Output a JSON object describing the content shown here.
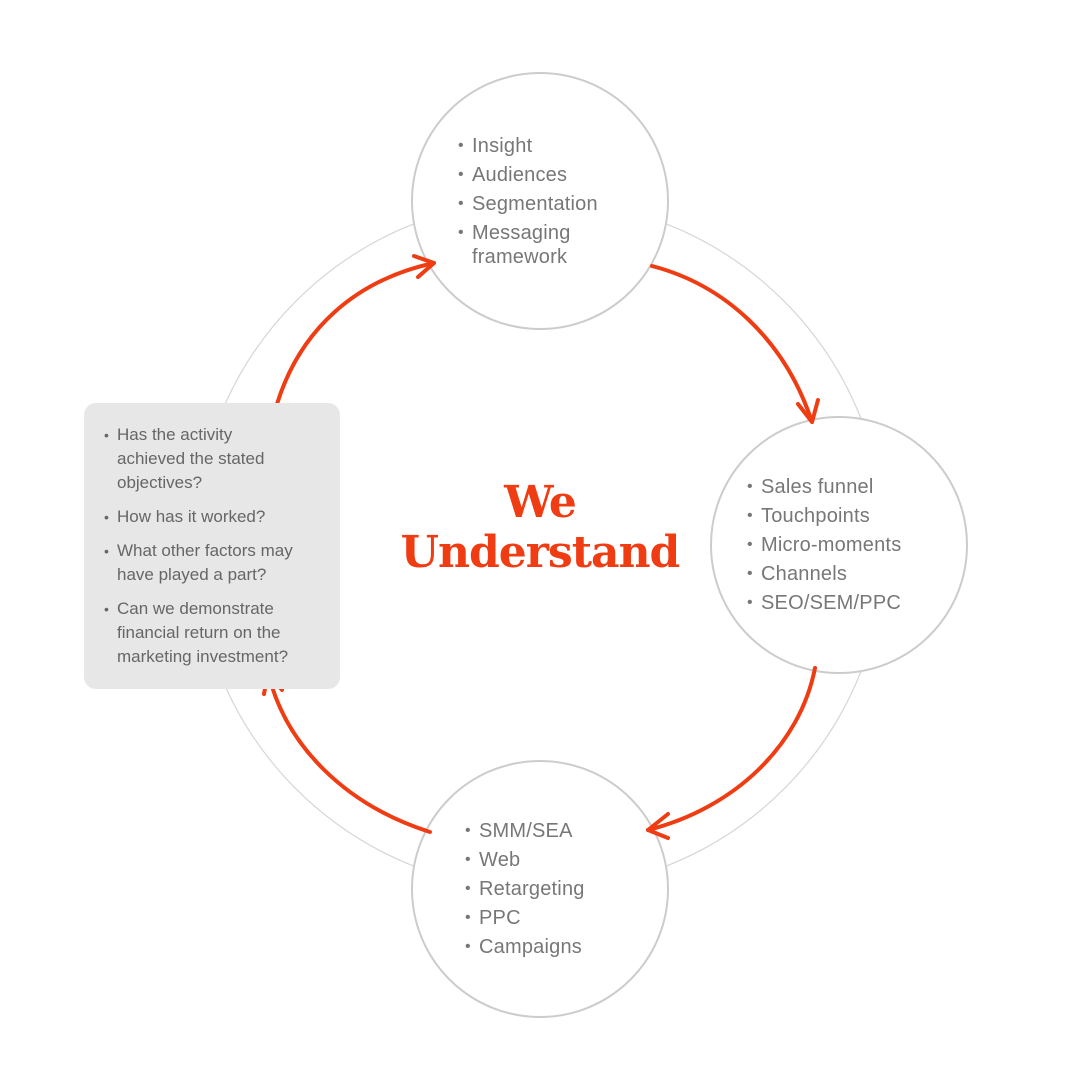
{
  "diagram": {
    "title_line1": "We",
    "title_line2": "Understand",
    "top_node": {
      "items": [
        "Insight",
        "Audiences",
        "Segmentation",
        "Messaging framework"
      ]
    },
    "right_node": {
      "items": [
        "Sales funnel",
        "Touchpoints",
        "Micro-moments",
        "Channels",
        "SEO/SEM/PPC"
      ]
    },
    "bottom_node": {
      "items": [
        "SMM/SEA",
        "Web",
        "Retargeting",
        "PPC",
        "Campaigns"
      ]
    },
    "evaluation_box": {
      "items": [
        "Has the activity achieved the stated objectives?",
        "How has it worked?",
        "What other factors may have played a part?",
        "Can we demonstrate financial return on the marketing investment?"
      ]
    },
    "colors": {
      "accent": "#f03c13",
      "circle_stroke": "#cccccc",
      "ring_stroke": "#d6d6d6",
      "text": "#777777",
      "box_fill": "#e7e7e7"
    },
    "icons": [
      "arrow-top-to-right",
      "arrow-right-to-bottom",
      "arrow-bottom-to-left",
      "arrow-left-to-top"
    ]
  }
}
